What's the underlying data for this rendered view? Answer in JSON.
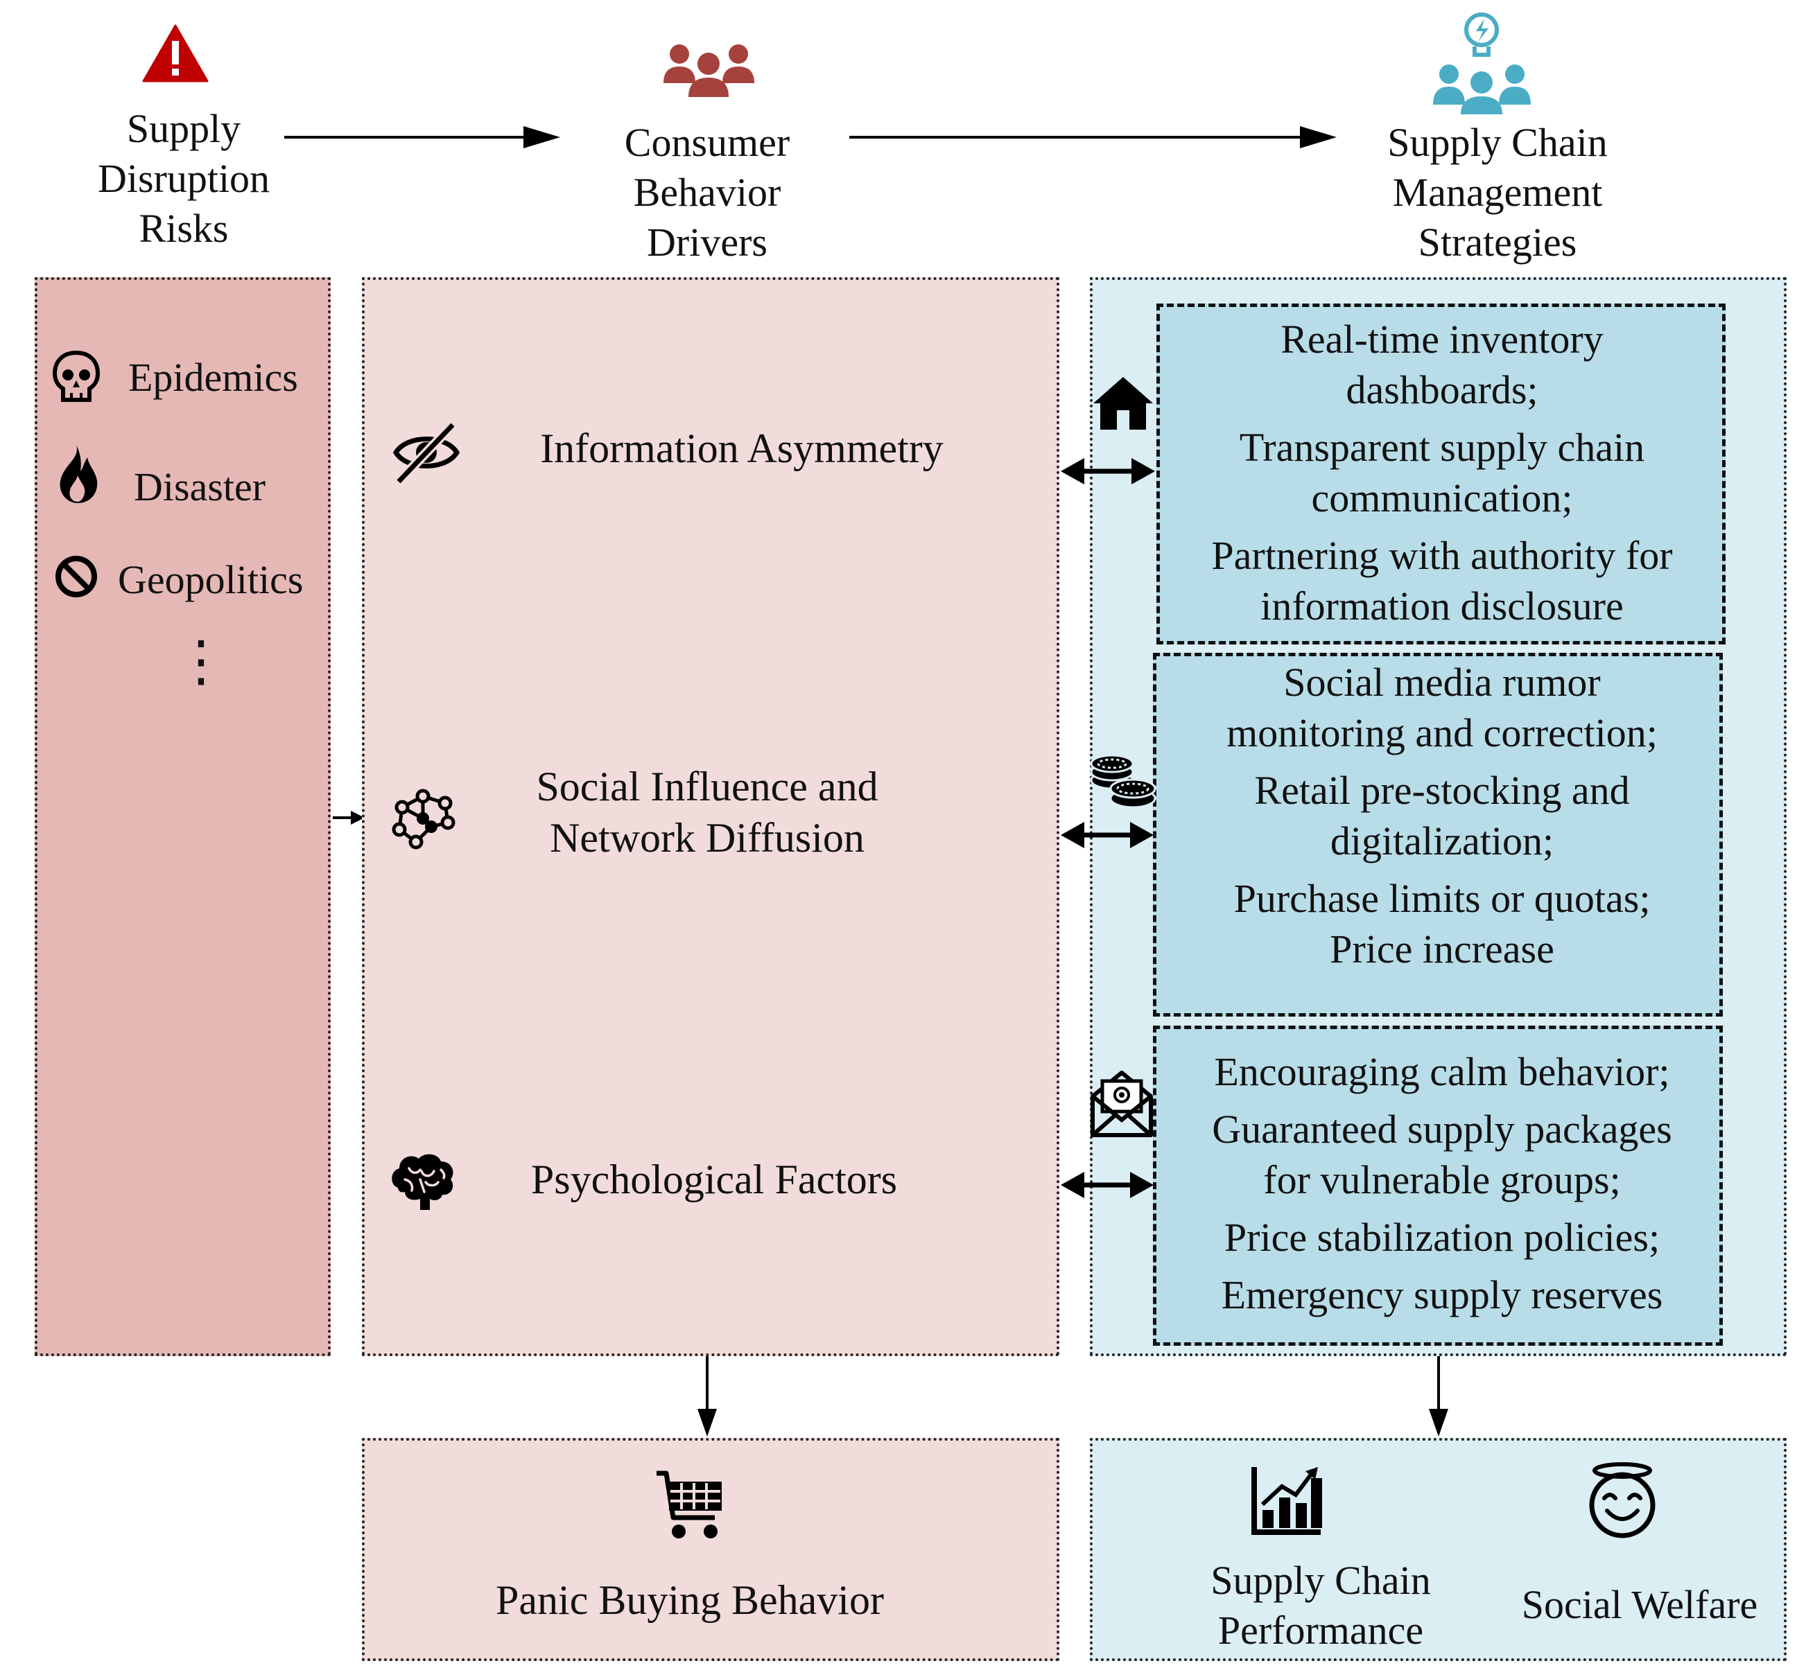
{
  "colors": {
    "risk_fill": "#e5b8b6",
    "driver_fill": "#f2dcdb",
    "strategy_outer_fill": "#dbeef4",
    "strategy_inner_fill": "#b8dde8",
    "risk_icon": "#c00000",
    "driver_icon": "#a5423d",
    "strategy_icon": "#4bacc6"
  },
  "headers": {
    "risk": [
      "Supply",
      "Disruption",
      "Risks"
    ],
    "drivers": [
      "Consumer",
      "Behavior",
      "Drivers"
    ],
    "strategies": [
      "Supply Chain",
      "Management",
      "Strategies"
    ]
  },
  "risks": {
    "items": [
      {
        "label": "Epidemics",
        "icon": "skull-icon"
      },
      {
        "label": "Disaster",
        "icon": "fire-icon"
      },
      {
        "label": "Geopolitics",
        "icon": "ban-icon"
      }
    ],
    "more": "⋮"
  },
  "drivers": [
    {
      "lines": [
        "Information Asymmetry"
      ],
      "icon": "eye-slash-icon"
    },
    {
      "lines": [
        "Social Influence and",
        "Network Diffusion"
      ],
      "icon": "network-icon"
    },
    {
      "lines": [
        "Psychological Factors"
      ],
      "icon": "brain-icon"
    }
  ],
  "strategies": [
    {
      "icon": "house-icon",
      "items": [
        [
          "Real-time inventory",
          "dashboards;"
        ],
        [
          "Transparent supply chain",
          "communication;"
        ],
        [
          "Partnering with authority for",
          "information disclosure"
        ]
      ]
    },
    {
      "icon": "coins-icon",
      "items": [
        [
          "Social media rumor",
          "monitoring and correction;"
        ],
        [
          "Retail pre-stocking and",
          "digitalization;"
        ],
        [
          "Purchase limits or quotas;",
          "Price increase"
        ]
      ]
    },
    {
      "icon": "email-icon",
      "items": [
        [
          "Encouraging calm behavior;"
        ],
        [
          "Guaranteed supply packages",
          "for vulnerable groups;"
        ],
        [
          "Price stabilization policies;"
        ],
        [
          "Emergency supply reserves"
        ]
      ]
    }
  ],
  "outcomes": {
    "panic": "Panic Buying Behavior",
    "performance": [
      "Supply Chain",
      "Performance"
    ],
    "welfare": "Social Welfare"
  }
}
